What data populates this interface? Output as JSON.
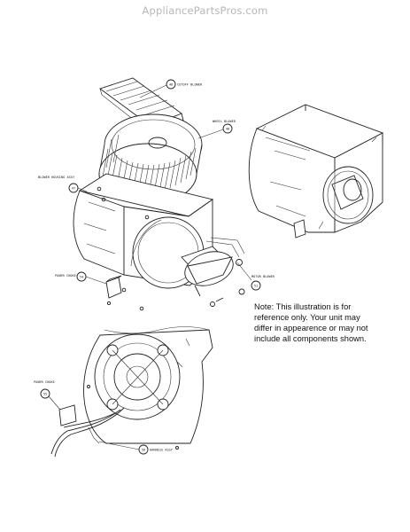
{
  "watermark": "AppliancePartsPros.com",
  "note_lines": [
    "Note: This illustration is for",
    "reference only. Your unit may",
    "differ in appearence or may not",
    "include all components shown."
  ],
  "callouts": {
    "cutoff_blower": {
      "num": "46",
      "label": "CUTOFF BLOWER"
    },
    "wheel_blower": {
      "num": "48",
      "label": "WHEEL BLOWER"
    },
    "blower_housing": {
      "num": "47",
      "label": "BLOWER HOUSING ASSY"
    },
    "power_choke": {
      "num": "54",
      "label": "POWER CHOKE"
    },
    "motor_blower": {
      "num": "51",
      "label": "MOTOR BLOWER"
    },
    "power_choke_2": {
      "num": "55",
      "label": "POWER CHOKE"
    },
    "harness_assy": {
      "num": "56",
      "label": "HARNESS ASSY"
    }
  }
}
